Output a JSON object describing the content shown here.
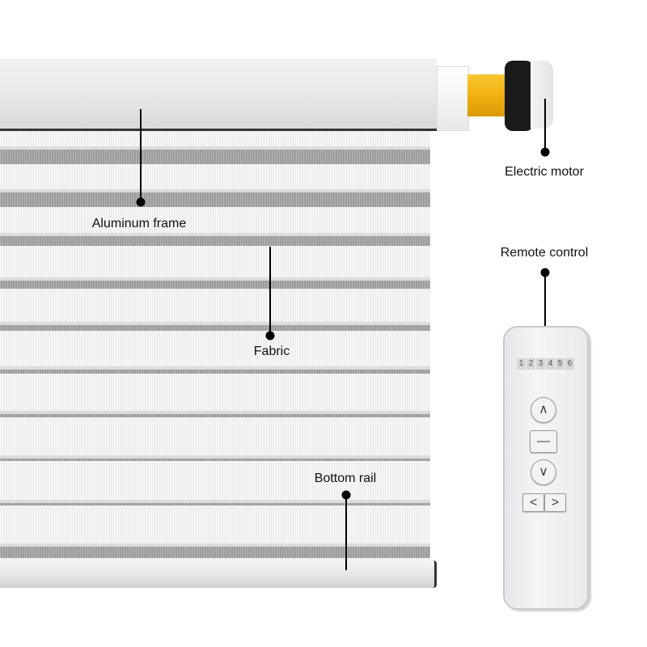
{
  "labels": {
    "aluminum_frame": "Aluminum frame",
    "fabric": "Fabric",
    "bottom_rail": "Bottom rail",
    "electric_motor": "Electric motor",
    "remote_control": "Remote control"
  },
  "remote": {
    "channels": [
      "1",
      "2",
      "3",
      "4",
      "5",
      "6"
    ],
    "buttons": {
      "up": "∧",
      "stop": "—",
      "down": "∨",
      "left": "<",
      "right": ">"
    }
  },
  "colors": {
    "motor_tube": "#f3b10f",
    "leader_line": "#000000"
  }
}
